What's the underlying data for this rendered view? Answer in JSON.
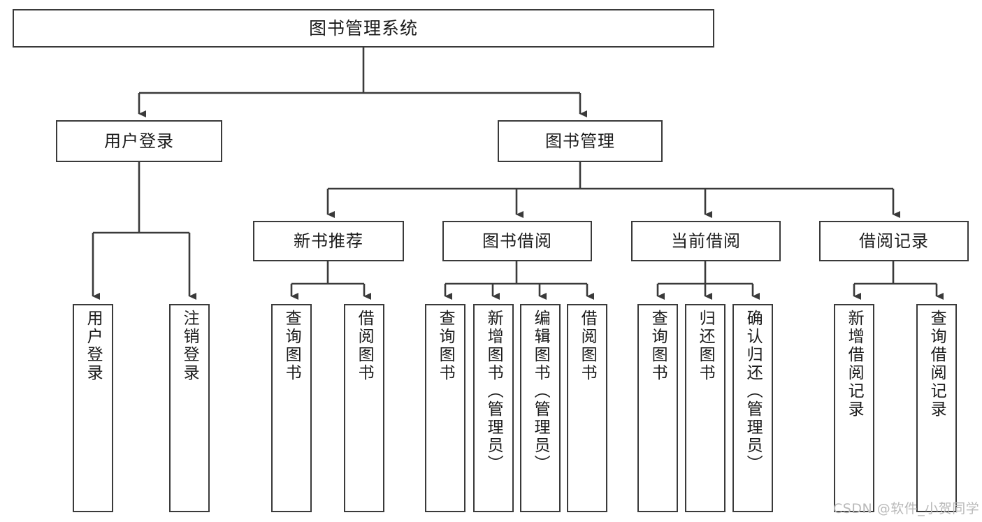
{
  "diagram": {
    "title": "图书管理系统",
    "type": "hierarchy-tree",
    "orientation": "top-down",
    "line_color": "#3a3a3a",
    "box_fill": "#ffffff",
    "text_color": "#1b1b1b"
  },
  "watermark": {
    "text": "CSDN @软件_小贺同学",
    "color": "#b9b9b9"
  },
  "nodes": {
    "root": {
      "label": "图书管理系统"
    },
    "level2": [
      {
        "label": "用户登录"
      },
      {
        "label": "图书管理"
      }
    ],
    "level3": [
      {
        "label": "新书推荐"
      },
      {
        "label": "图书借阅"
      },
      {
        "label": "当前借阅"
      },
      {
        "label": "借阅记录"
      }
    ],
    "leaves": {
      "user_login": [
        {
          "label": "用户登录"
        },
        {
          "label": "注销登录"
        }
      ],
      "new_book_recommend": [
        {
          "label": "查询图书"
        },
        {
          "label": "借阅图书"
        }
      ],
      "book_borrow": [
        {
          "label": "查询图书"
        },
        {
          "label": "新增图书（管理员）"
        },
        {
          "label": "编辑图书（管理员）"
        },
        {
          "label": "借阅图书"
        }
      ],
      "current_borrow": [
        {
          "label": "查询图书"
        },
        {
          "label": "归还图书"
        },
        {
          "label": "确认归还（管理员）"
        }
      ],
      "borrow_records": [
        {
          "label": "新增借阅记录"
        },
        {
          "label": "查询借阅记录"
        }
      ]
    }
  }
}
